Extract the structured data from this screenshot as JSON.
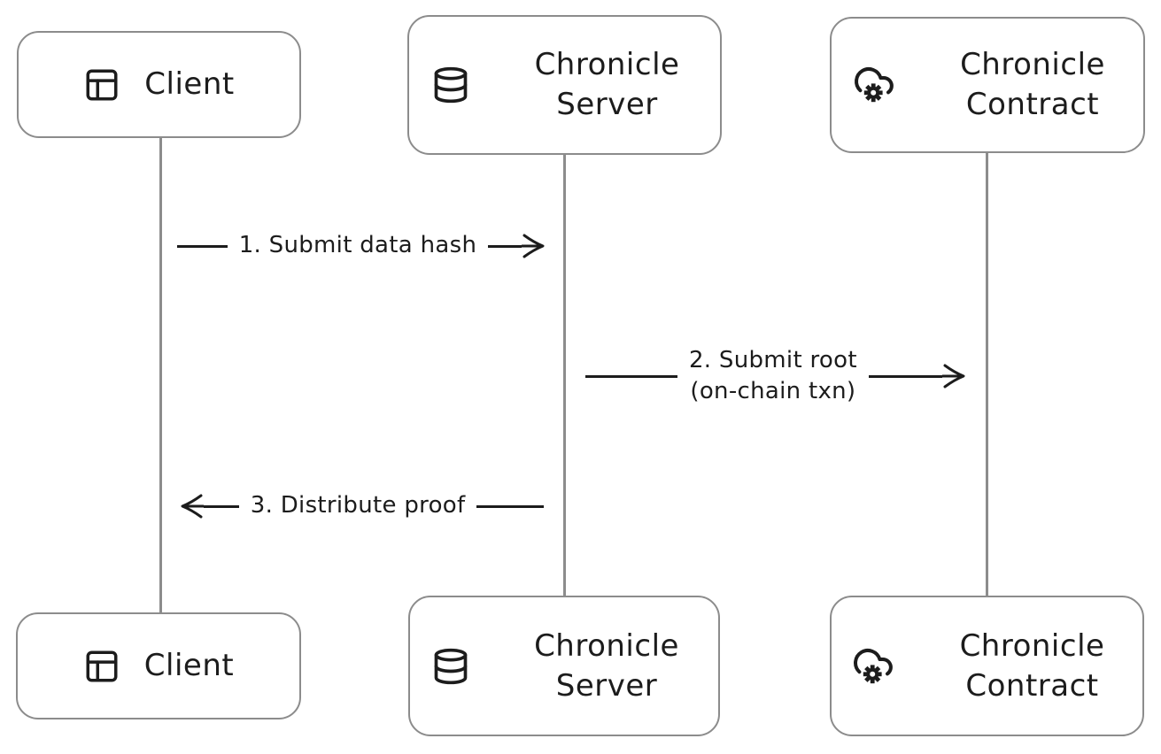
{
  "diagram": {
    "type": "sequence-diagram",
    "background": "#ffffff",
    "colors": {
      "box_border": "#8c8c8c",
      "lifeline": "#8c8c8c",
      "text": "#1c1c1c",
      "arrow": "#1c1c1c"
    },
    "actors": [
      {
        "id": "client",
        "label": "Client",
        "icon": "panels-top-left-icon"
      },
      {
        "id": "server",
        "label": "Chronicle Server",
        "icon": "database-icon"
      },
      {
        "id": "contract",
        "label": "Chronicle Contract",
        "icon": "cloud-cog-icon"
      }
    ],
    "messages": [
      {
        "order": 1,
        "label": "1. Submit data hash",
        "from": "Client",
        "to": "Chronicle Server",
        "direction": "right"
      },
      {
        "order": 2,
        "label": "2. Submit root",
        "sublabel": "(on-chain txn)",
        "from": "Chronicle Server",
        "to": "Chronicle Contract",
        "direction": "right"
      },
      {
        "order": 3,
        "label": "3. Distribute proof",
        "from": "Chronicle Server",
        "to": "Client",
        "direction": "left"
      }
    ]
  }
}
